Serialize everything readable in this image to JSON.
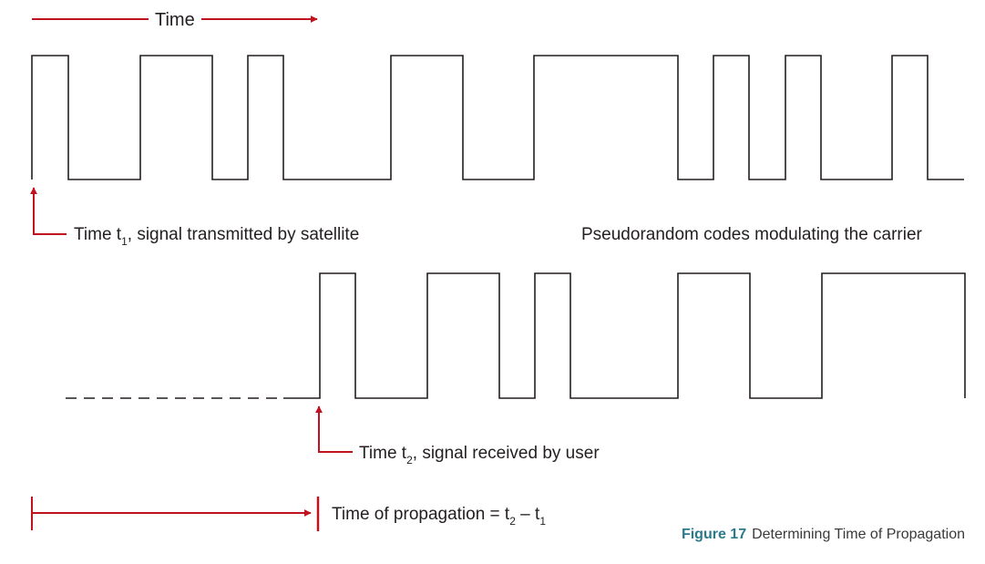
{
  "time_arrow": {
    "label": "Time"
  },
  "transmitted": {
    "label_prefix": "Time t",
    "label_sub": "1",
    "label_suffix": ", signal transmitted by satellite"
  },
  "codes_label": "Pseudorandom codes modulating the carrier",
  "received": {
    "label_prefix": "Time t",
    "label_sub": "2",
    "label_suffix": ", signal received by user"
  },
  "propagation": {
    "label_prefix": "Time of propagation = t",
    "label_sub1": "2",
    "label_mid": " – t",
    "label_sub2": "1"
  },
  "caption": {
    "figure_number": "Figure 17",
    "title": "Determining Time of Propagation"
  },
  "colors": {
    "arrow": "#c1121f",
    "signal": "#231f20",
    "caption_accent": "#2a7a8c"
  }
}
